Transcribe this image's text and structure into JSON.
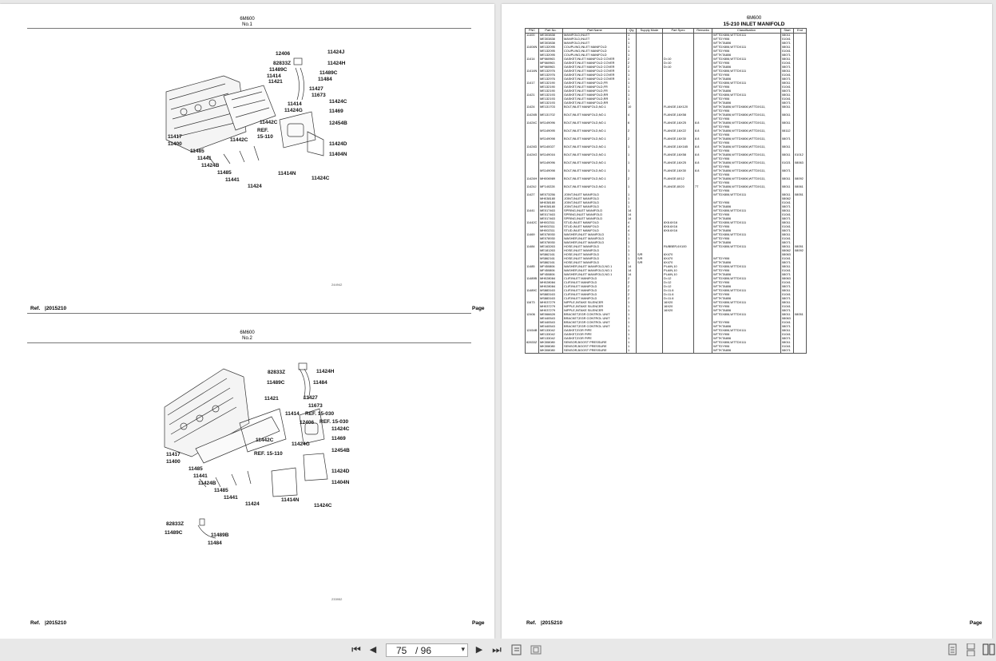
{
  "left_page": {
    "fig1": {
      "model": "6M600",
      "title": "No.1",
      "code": "244942"
    },
    "fig2": {
      "model": "6M600",
      "title": "No.2",
      "code": "233952"
    },
    "fig1_callouts": [
      "12406",
      "11424J",
      "82833Z",
      "11424H",
      "11489C",
      "11489C",
      "11414",
      "11484",
      "11421",
      "11427",
      "11673",
      "11414",
      "11424C",
      "11424G",
      "11469",
      "11442C",
      "12454B",
      "11417",
      "11442C",
      "11424D",
      "11400",
      "11404N",
      "11485",
      "11441",
      "11424B",
      "11485",
      "11414N",
      "11424C",
      "11441",
      "11424"
    ],
    "fig1_ref": "REF.\n15-110",
    "fig2_callouts": [
      "82833Z",
      "11424H",
      "11489C",
      "11484",
      "11421",
      "11427",
      "11673",
      "11414",
      "12406",
      "11424C",
      "11442C",
      "11424G",
      "11469",
      "12454B",
      "11417",
      "11400",
      "11424D",
      "11485",
      "11404N",
      "11441",
      "11424B",
      "11485",
      "11414N",
      "11441",
      "11424",
      "11424C",
      "82833Z",
      "11489C",
      "11489B",
      "11484"
    ],
    "fig2_refs": [
      "REF. 15-030",
      "REF. 15-030",
      "REF. 15-110"
    ],
    "footer": {
      "ref": "Ref.",
      "ref_code": "|2015210",
      "page": "Page"
    }
  },
  "right_page": {
    "model": "6M600",
    "title": "15-210 INLET MANIFOLD",
    "columns": [
      "PNC",
      "Part No.",
      "Part Name",
      "Qty",
      "Supply Mode",
      "Part Spec",
      "Remarks",
      "Classification",
      "Start",
      "End"
    ],
    "rows": [
      [
        "11400",
        "ME303838",
        "MANIFOLD,INLET",
        "1",
        "",
        "",
        "",
        "WTTDX806,WTTDX111",
        "08011",
        ""
      ],
      [
        "",
        "ME303838",
        "MANIFOLD,INLET",
        "1",
        "",
        "",
        "",
        "WTTDY906",
        "01041",
        ""
      ],
      [
        "",
        "ME303838",
        "MANIFOLD,INLET",
        "1",
        "",
        "",
        "",
        "WTTKTA806",
        "08071",
        ""
      ],
      [
        "11404N",
        "ME132095",
        "COUPLING,INLET MANIFOLD",
        "1",
        "",
        "",
        "",
        "WTTDX806,WTTDX111",
        "08011",
        ""
      ],
      [
        "",
        "ME132095",
        "COUPLING,INLET MANIFOLD",
        "1",
        "",
        "",
        "",
        "WTTDY906",
        "01041",
        ""
      ],
      [
        "",
        "ME132095",
        "COUPLING,INLET MANIFOLD",
        "1",
        "",
        "",
        "",
        "WTTKTA806",
        "08071",
        ""
      ],
      [
        "11414",
        "MF660963",
        "GASKET,INLET MANIFOLD COVER",
        "2",
        "",
        "D=10",
        "",
        "WTTDX806,WTTDX111",
        "08011",
        ""
      ],
      [
        "",
        "MF660963",
        "GASKET,INLET MANIFOLD COVER",
        "2",
        "",
        "D=10",
        "",
        "WTTDY906",
        "01041",
        ""
      ],
      [
        "",
        "MF660963",
        "GASKET,INLET MANIFOLD COVER",
        "2",
        "",
        "D=10",
        "",
        "WTTKTA806",
        "08071",
        ""
      ],
      [
        "11414N",
        "ME132976",
        "GASKET,INLET MANIFOLD COVER",
        "1",
        "",
        "",
        "",
        "WTTDX806,WTTDX111",
        "08011",
        ""
      ],
      [
        "",
        "ME132976",
        "GASKET,INLET MANIFOLD COVER",
        "1",
        "",
        "",
        "",
        "WTTDY906",
        "01041",
        ""
      ],
      [
        "",
        "ME132976",
        "GASKET,INLET MANIFOLD COVER",
        "1",
        "",
        "",
        "",
        "WTTKTA806",
        "08071",
        ""
      ],
      [
        "11417",
        "ME132190",
        "GASKET,INLET MANIFOLD,FR",
        "1",
        "",
        "",
        "",
        "WTTDX806,WTTDX111",
        "08011",
        ""
      ],
      [
        "",
        "ME132190",
        "GASKET,INLET MANIFOLD,FR",
        "1",
        "",
        "",
        "",
        "WTTDY906",
        "01041",
        ""
      ],
      [
        "",
        "ME132190",
        "GASKET,INLET MANIFOLD,FR",
        "1",
        "",
        "",
        "",
        "WTTKTA806",
        "08071",
        ""
      ],
      [
        "11421",
        "ME132193",
        "GASKET,INLET MANIFOLD,RR",
        "1",
        "",
        "",
        "",
        "WTTDX806,WTTDX111",
        "08011",
        ""
      ],
      [
        "",
        "ME132193",
        "GASKET,INLET MANIFOLD,RR",
        "1",
        "",
        "",
        "",
        "WTTDY906",
        "01041",
        ""
      ],
      [
        "",
        "ME132193",
        "GASKET,INLET MANIFOLD,RR",
        "1",
        "",
        "",
        "",
        "WTTKTA806",
        "08071",
        ""
      ],
      [
        "11424",
        "ME131703",
        "BOLT,INLET MANIFOLD,NO.1",
        "10",
        "",
        "FLANGE,16X120",
        "",
        "WTTKTA806,WTTDX806,WTTDX111,",
        "08011",
        ""
      ],
      [
        "",
        "",
        "",
        "",
        "",
        "",
        "",
        "WTTDY906",
        "",
        ""
      ],
      [
        "11424B",
        "ME131702",
        "BOLT,INLET MANIFOLD,NO.1",
        "4",
        "",
        "FLANGE,16X58",
        "",
        "WTTKTA806,WTTDX806,WTTDX111,",
        "08011",
        ""
      ],
      [
        "",
        "",
        "",
        "",
        "",
        "",
        "",
        "WTTDY906",
        "",
        ""
      ],
      [
        "11424C",
        "MS149096",
        "BOLT,INLET MANIFOLD,NO.1",
        "6",
        "",
        "FLANGE,16X25",
        "8.8",
        "WTTKTA806,WTTDX806,WTTDX111,",
        "08011",
        ""
      ],
      [
        "",
        "",
        "",
        "",
        "",
        "",
        "",
        "WTTDY906",
        "",
        ""
      ],
      [
        "",
        "MS149095",
        "BOLT,INLET MANIFOLD,NO.1",
        "2",
        "",
        "FLANGE,16X22",
        "8.8",
        "WTTKTA806,WTTDX806,WTTDX111,",
        "08112",
        ""
      ],
      [
        "",
        "",
        "",
        "",
        "",
        "",
        "",
        "WTTDY906",
        "",
        ""
      ],
      [
        "",
        "MS149098",
        "BOLT,INLET MANIFOLD,NO.1",
        "2",
        "",
        "FLANGE,16X30",
        "8.8",
        "WTTKTA806,WTTDX806,WTTDX111,",
        "08071",
        ""
      ],
      [
        "",
        "",
        "",
        "",
        "",
        "",
        "",
        "WTTDY906",
        "",
        ""
      ],
      [
        "11424D",
        "MS140027",
        "BOLT,INLET MANIFOLD,NO.1",
        "1",
        "",
        "FLANGE,16X165",
        "8.8",
        "WTTKTA806,WTTDX806,WTTDX111,",
        "08011",
        ""
      ],
      [
        "",
        "",
        "",
        "",
        "",
        "",
        "",
        "WTTDY906",
        "",
        ""
      ],
      [
        "11424G",
        "MS149016",
        "BOLT,INLET MANIFOLD,NO.1",
        "1",
        "",
        "FLANGE,16X58",
        "8.8",
        "WTTKTA806,WTTDX806,WTTDX111,",
        "08011",
        "01012"
      ],
      [
        "",
        "",
        "",
        "",
        "",
        "",
        "",
        "WTTDY906",
        "",
        ""
      ],
      [
        "",
        "MS149096",
        "BOLT,INLET MANIFOLD,NO.1",
        "1",
        "",
        "FLANGE,16X25",
        "8.8",
        "WTTKTA806,WTTDX806,WTTDX111,",
        "01021",
        "08063"
      ],
      [
        "",
        "",
        "",
        "",
        "",
        "",
        "",
        "WTTDY906",
        "",
        ""
      ],
      [
        "",
        "MS149098",
        "BOLT,INLET MANIFOLD,NO.1",
        "1",
        "",
        "FLANGE,16X30",
        "8.8",
        "WTTKTA806,WTTDX806,WTTDX111,",
        "08071",
        ""
      ],
      [
        "",
        "",
        "",
        "",
        "",
        "",
        "",
        "WTTDY906",
        "",
        ""
      ],
      [
        "11424H",
        "MH006989",
        "BOLT,INLET MANIFOLD,NO.1",
        "2",
        "",
        "FLANGE,6X12",
        "",
        "WTTKTA806,WTTDX806,WTTDX111,",
        "08011",
        "08092"
      ],
      [
        "",
        "",
        "",
        "",
        "",
        "",
        "",
        "WTTDY906",
        "",
        ""
      ],
      [
        "11424J",
        "MF140228",
        "BOLT,INLET MANIFOLD,NO.1",
        "1",
        "",
        "FLANGE,8X20",
        "7T",
        "WTTKTA806,WTTDX806,WTTDX111,",
        "08011",
        "08061"
      ],
      [
        "",
        "",
        "",
        "",
        "",
        "",
        "",
        "WTTDY906",
        "",
        ""
      ],
      [
        "11427",
        "ME073256",
        "JOINT,INLET MANIFOLD",
        "1",
        "",
        "",
        "",
        "WTTDX806,WTTDX111",
        "08011",
        "08051"
      ],
      [
        "",
        "MH038180",
        "JOINT,INLET MANIFOLD",
        "1",
        "",
        "",
        "",
        "",
        "08062",
        ""
      ],
      [
        "",
        "MH038180",
        "JOINT,INLET MANIFOLD",
        "1",
        "",
        "",
        "",
        "WTTDY906",
        "01041",
        ""
      ],
      [
        "",
        "MH038180",
        "JOINT,INLET MANIFOLD",
        "1",
        "",
        "",
        "",
        "WTTKTA806",
        "08071",
        ""
      ],
      [
        "11441",
        "ME017463",
        "SPRING,INLET MANIFOLD",
        "14",
        "",
        "",
        "",
        "WTTDX806,WTTDX111",
        "08011",
        ""
      ],
      [
        "",
        "ME017463",
        "SPRING,INLET MANIFOLD",
        "14",
        "",
        "",
        "",
        "WTTDY906",
        "01041",
        ""
      ],
      [
        "",
        "ME017463",
        "SPRING,INLET MANIFOLD",
        "14",
        "",
        "",
        "",
        "WTTKTA806",
        "08071",
        ""
      ],
      [
        "11442C",
        "MH002311",
        "STUD,INLET MANIFOLD",
        "4",
        "",
        "8X8.6X16",
        "",
        "WTTDX806,WTTDX111",
        "08011",
        ""
      ],
      [
        "",
        "MH002311",
        "STUD,INLET MANIFOLD",
        "4",
        "",
        "8X8.6X16",
        "",
        "WTTDY906",
        "01041",
        ""
      ],
      [
        "",
        "MH002311",
        "STUD,INLET MANIFOLD",
        "4",
        "",
        "8X8.6X16",
        "",
        "WTTKTA806",
        "08071",
        ""
      ],
      [
        "11469",
        "ME078930",
        "WASHER,INLET MANIFOLD",
        "1",
        "",
        "",
        "",
        "WTTDX806,WTTDX111",
        "08011",
        ""
      ],
      [
        "",
        "ME078930",
        "WASHER,INLET MANIFOLD",
        "1",
        "",
        "",
        "",
        "WTTDY906",
        "01041",
        ""
      ],
      [
        "",
        "ME078930",
        "WASHER,INLET MANIFOLD",
        "1",
        "",
        "",
        "",
        "WTTKTA806",
        "08071",
        ""
      ],
      [
        "11484",
        "ME163263",
        "HOSE,INLET MANIFOLD",
        "1",
        "",
        "RUBBER,6X100",
        "",
        "WTTDX806,WTTDX111",
        "08011",
        "08051"
      ],
      [
        "",
        "ME181263",
        "HOSE,INLET MANIFOLD",
        "1",
        "",
        "",
        "",
        "",
        "08062",
        "08092"
      ],
      [
        "",
        "MS862161",
        "HOSE,INLET MANIFOLD",
        "1",
        "S/R",
        "6X470",
        "",
        "",
        "08063",
        ""
      ],
      [
        "",
        "MS862161",
        "HOSE,INLET MANIFOLD",
        "1",
        "S/R",
        "6X470",
        "",
        "WTTDY906",
        "01041",
        ""
      ],
      [
        "",
        "MS862161",
        "HOSE,INLET MANIFOLD",
        "1",
        "S/R",
        "6X470",
        "",
        "WTTKTA806",
        "08071",
        ""
      ],
      [
        "11485",
        "MF450806",
        "WASHER,INLET MANIFOLD,NO.1",
        "14",
        "",
        "PLAIN,10",
        "",
        "WTTDX806,WTTDX111",
        "08011",
        ""
      ],
      [
        "",
        "MF450806",
        "WASHER,INLET MANIFOLD,NO.1",
        "14",
        "",
        "PLAIN,10",
        "",
        "WTTDY906",
        "01041",
        ""
      ],
      [
        "",
        "MF450806",
        "WASHER,INLET MANIFOLD,NO.1",
        "14",
        "",
        "PLAIN,10",
        "",
        "WTTKTA806",
        "08071",
        ""
      ],
      [
        "11489B",
        "MH028084",
        "CLIP,INLET MANIFOLD",
        "2",
        "",
        "D=12",
        "",
        "WTTDX806,WTTDX111",
        "08063",
        ""
      ],
      [
        "",
        "MH028084",
        "CLIP,INLET MANIFOLD",
        "2",
        "",
        "D=12",
        "",
        "WTTDY906",
        "01041",
        ""
      ],
      [
        "",
        "MH028084",
        "CLIP,INLET MANIFOLD",
        "2",
        "",
        "D=12",
        "",
        "WTTKTA806",
        "08071",
        ""
      ],
      [
        "11489C",
        "MS883163",
        "CLIP,INLET MANIFOLD",
        "2",
        "",
        "D=11.6",
        "",
        "WTTDX806,WTTDX111",
        "08011",
        ""
      ],
      [
        "",
        "MS883163",
        "CLIP,INLET MANIFOLD",
        "2",
        "",
        "D=11.6",
        "",
        "WTTDY906",
        "01041",
        ""
      ],
      [
        "",
        "MS883163",
        "CLIP,INLET MANIFOLD",
        "2",
        "",
        "D=11.6",
        "",
        "WTTKTA806",
        "08071",
        ""
      ],
      [
        "11673",
        "MH037279",
        "NIPPLE,INTAKE SILENCER",
        "1",
        "",
        "16X20",
        "",
        "WTTDX806,WTTDX111",
        "08011",
        ""
      ],
      [
        "",
        "MH037279",
        "NIPPLE,INTAKE SILENCER",
        "1",
        "",
        "16X20",
        "",
        "WTTDY906",
        "01041",
        ""
      ],
      [
        "",
        "MH037279",
        "NIPPLE,INTAKE SILENCER",
        "1",
        "",
        "16X20",
        "",
        "WTTKTA806",
        "08071",
        ""
      ],
      [
        "12406",
        "ME066628",
        "BRACKET,EGR CONTROL UNIT",
        "1",
        "",
        "",
        "",
        "WTTDX806,WTTDX111",
        "08011",
        "08051"
      ],
      [
        "",
        "ME440543",
        "BRACKET,EGR CONTROL UNIT",
        "1",
        "",
        "",
        "",
        "",
        "08063",
        ""
      ],
      [
        "",
        "ME440543",
        "BRACKET,EGR CONTROL UNIT",
        "1",
        "",
        "",
        "",
        "WTTDY906",
        "01041",
        ""
      ],
      [
        "",
        "ME440543",
        "BRACKET,EGR CONTROL UNIT",
        "1",
        "",
        "",
        "",
        "WTTKTA806",
        "08071",
        ""
      ],
      [
        "12454B",
        "ME133042",
        "GASKET,EGR PIPE",
        "1",
        "",
        "",
        "",
        "WTTDX806,WTTDX111",
        "08011",
        ""
      ],
      [
        "",
        "ME133042",
        "GASKET,EGR PIPE",
        "1",
        "",
        "",
        "",
        "WTTDY906",
        "01041",
        ""
      ],
      [
        "",
        "ME133042",
        "GASKET,EGR PIPE",
        "1",
        "",
        "",
        "",
        "WTTKTA806",
        "08071",
        ""
      ],
      [
        "82833Z",
        "MK308080",
        "SENSOR,BOOST PRESSURE",
        "1",
        "",
        "",
        "",
        "WTTDX806,WTTDX111",
        "08011",
        ""
      ],
      [
        "",
        "MK308080",
        "SENSOR,BOOST PRESSURE",
        "1",
        "",
        "",
        "",
        "WTTDY906",
        "01041",
        ""
      ],
      [
        "",
        "MK308080",
        "SENSOR,BOOST PRESSURE",
        "1",
        "",
        "",
        "",
        "WTTKTA806",
        "08071",
        ""
      ]
    ],
    "footer": {
      "ref": "Ref.",
      "ref_code": "|2015210",
      "page": "Page"
    }
  },
  "toolbar": {
    "first": "⏮",
    "prev": "◀",
    "page": "75",
    "total": "/ 96",
    "next": "▶",
    "last": "⏭",
    "dropdown": "▾"
  }
}
